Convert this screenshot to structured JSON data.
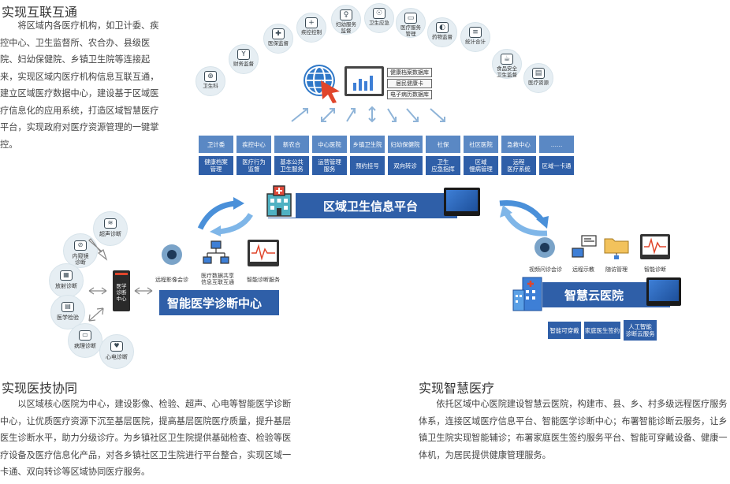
{
  "sections": {
    "interconnect": {
      "title": "实现互联互通",
      "text": "将区域内各医疗机构，如卫计委、疾控中心、卫生监督所、农合办、县级医院、妇幼保健院、乡镇卫生院等连接起来，实现区域内医疗机构信息互联互通，建立区域医疗数据中心，建设基于区域医疗信息化的应用系统，打造区域智慧医疗平台，实现政府对医疗资源管理的一键掌控。"
    },
    "collaboration": {
      "title": "实现医技协同",
      "text": "以区域核心医院为中心，建设影像、检验、超声、心电等智能医学诊断中心，让优质医疗资源下沉至基层医院，提高基层医院医疗质量，提升基层医生诊断水平，助力分级诊疗。为乡镇社区卫生院提供基础检查、检验等医疗设备及医疗信息化产品，对各乡镇社区卫生院进行平台整合，实现区域一卡通、双向转诊等区域协同医疗服务。"
    },
    "smart": {
      "title": "实现智慧医疗",
      "text": "依托区域中心医院建设智慧云医院，构建市、县、乡、村多级远程医疗服务体系，连接区域医疗信息平台、智能医学诊断中心；布署智能诊断云服务，让乡镇卫生院实现智能辅诊；布署家庭医生签约服务平台、智能可穿戴设备、健康一体机，为居民提供健康管理服务。"
    }
  },
  "cloud_items": [
    {
      "icon": "health-icon",
      "glyph": "⊕",
      "label": "卫生科"
    },
    {
      "icon": "finance-icon",
      "glyph": "Y",
      "label": "财务监督"
    },
    {
      "icon": "insurance-icon",
      "glyph": "✚",
      "label": "医保监督"
    },
    {
      "icon": "disease-control-icon",
      "glyph": "+",
      "label": "疾控控制"
    },
    {
      "icon": "maternal-icon",
      "glyph": "♀",
      "label": "妇幼服务\n监督"
    },
    {
      "icon": "emergency-icon",
      "glyph": "☉",
      "label": "卫生应急"
    },
    {
      "icon": "ambulance-icon",
      "glyph": "▭",
      "label": "医疗服务\n管理"
    },
    {
      "icon": "pill-icon",
      "glyph": "◐",
      "label": "药物监督"
    },
    {
      "icon": "stats-icon",
      "glyph": "≡",
      "label": "统计合计"
    },
    {
      "icon": "food-safety-icon",
      "glyph": "☕",
      "label": "食品安全\n卫生监督"
    },
    {
      "icon": "resource-icon",
      "glyph": "▤",
      "label": "医疗资源"
    }
  ],
  "center_labels": [
    "健康档案数据库",
    "居民健康卡",
    "电子病历数据库"
  ],
  "grid_top": [
    "卫计委",
    "疾控中心",
    "新农合",
    "中心医院",
    "乡镇卫生院",
    "妇幼保健院",
    "社保",
    "社区医院",
    "急救中心",
    "……"
  ],
  "grid_bottom": [
    "健康档案\n管理",
    "医疗行为\n监督",
    "基本公共\n卫生服务",
    "运营管理\n服务",
    "预约挂号",
    "双向转诊",
    "卫生\n应急指挥",
    "区域\n慢病管理",
    "远程\n医疗系统",
    "区域一卡通"
  ],
  "platform_title": "区域卫生信息平台",
  "diag_center": {
    "title": "智能医学诊断中心",
    "services": [
      "远程影像会诊",
      "医疗数据共享\n信息互联互通",
      "智能诊断服务"
    ],
    "hub_label": "医学\n诊断\n中心",
    "circles": [
      {
        "icon": "ultrasound-icon",
        "glyph": "≋",
        "label": "超声诊断"
      },
      {
        "icon": "endoscope-icon",
        "glyph": "⊘",
        "label": "内窥镜\n诊断"
      },
      {
        "icon": "radiology-icon",
        "glyph": "▦",
        "label": "放射诊断"
      },
      {
        "icon": "lab-icon",
        "glyph": "▤",
        "label": "医学检验"
      },
      {
        "icon": "pathology-icon",
        "glyph": "▭",
        "label": "病理诊断"
      },
      {
        "icon": "ecg-icon",
        "glyph": "♥",
        "label": "心电诊断"
      }
    ]
  },
  "cloud_hospital": {
    "title": "智慧云医院",
    "services": [
      "视频问诊会诊",
      "远程示教",
      "随访管理",
      "智能诊断"
    ],
    "tags": [
      "智能可穿戴",
      "家庭医生签约",
      "人工智能\n诊断云服务"
    ]
  },
  "colors": {
    "primary": "#2f5fa8",
    "light_blue": "#5a88c4",
    "circle_bg": "#e6eef3",
    "accent_red": "#e0452b"
  }
}
